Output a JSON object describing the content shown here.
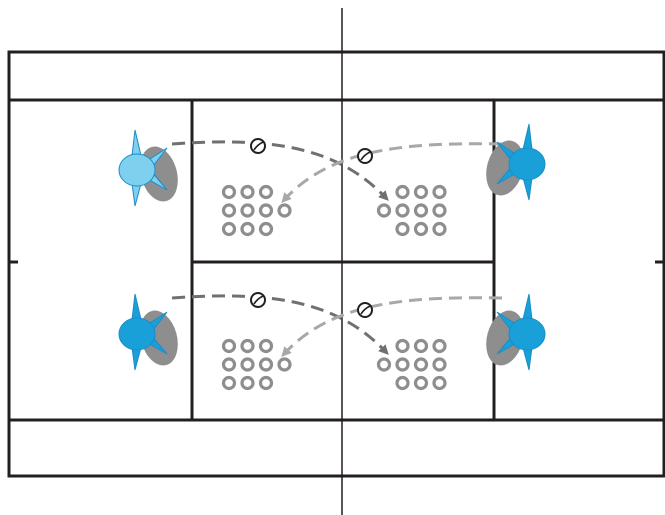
{
  "diagram": {
    "type": "tennis-drill",
    "court": {
      "line_color": "#231f20",
      "net_color": "#231f20"
    },
    "colors": {
      "player_light": "#7fcfee",
      "player_dark": "#1aa0d8",
      "player_outline": "#1a8cc8",
      "shadow": "#8e8e8e",
      "target": "#8e8e8e",
      "arrow_dark": "#707070",
      "arrow_light": "#a8a8a8",
      "ball": "#231f20"
    },
    "players": [
      {
        "id": "player-top-left",
        "shade": "light",
        "facing": "right"
      },
      {
        "id": "player-bottom-left",
        "shade": "dark",
        "facing": "right"
      },
      {
        "id": "player-top-right",
        "shade": "dark",
        "facing": "left"
      },
      {
        "id": "player-bottom-right",
        "shade": "dark",
        "facing": "left"
      }
    ],
    "target_groups": [
      {
        "id": "targets-top-left",
        "rows": [
          3,
          4,
          3
        ]
      },
      {
        "id": "targets-top-right",
        "rows": [
          3,
          4,
          3
        ]
      },
      {
        "id": "targets-bottom-left",
        "rows": [
          3,
          4,
          3
        ]
      },
      {
        "id": "targets-bottom-right",
        "rows": [
          3,
          4,
          3
        ]
      }
    ],
    "shots": [
      {
        "id": "shot-top-left-to-right",
        "style": "dark"
      },
      {
        "id": "shot-top-right-to-left",
        "style": "light"
      },
      {
        "id": "shot-bottom-left-to-right",
        "style": "dark"
      },
      {
        "id": "shot-bottom-right-to-left",
        "style": "light"
      }
    ],
    "balls": 4
  }
}
